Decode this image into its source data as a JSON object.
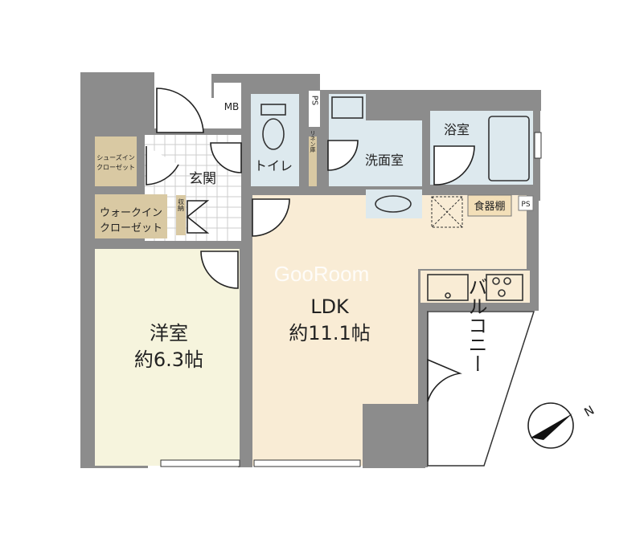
{
  "floor_plan": {
    "watermark": "GooRoom",
    "compass_label": "N",
    "rooms": {
      "western_room": {
        "name": "洋室",
        "size": "約6.3帖"
      },
      "ldk": {
        "name": "LDK",
        "size": "約11.1帖"
      },
      "balcony": {
        "name": "バルコニー"
      },
      "entrance": {
        "name": "玄関"
      },
      "toilet": {
        "name": "トイレ"
      },
      "washroom": {
        "name": "洗面室"
      },
      "bathroom": {
        "name": "浴室"
      },
      "cupboard": {
        "name": "食器棚"
      },
      "ps_kitchen": {
        "name": "PS"
      },
      "ps_top": {
        "name": "PS"
      },
      "mb": {
        "name": "MB"
      },
      "linen": {
        "name": "リネン庫"
      },
      "storage": {
        "name": "収納"
      },
      "walk_in_closet": {
        "line1": "ウォークイン",
        "line2": "クローゼット"
      },
      "shoes_in_closet": {
        "line1": "シューズイン",
        "line2": "クローゼット"
      }
    },
    "colors": {
      "wall": "#8c8c8c",
      "ldk": "#f9ecd5",
      "western": "#f6f4dd",
      "wet": "#dde9ee",
      "closet": "#d9c9a3"
    }
  }
}
